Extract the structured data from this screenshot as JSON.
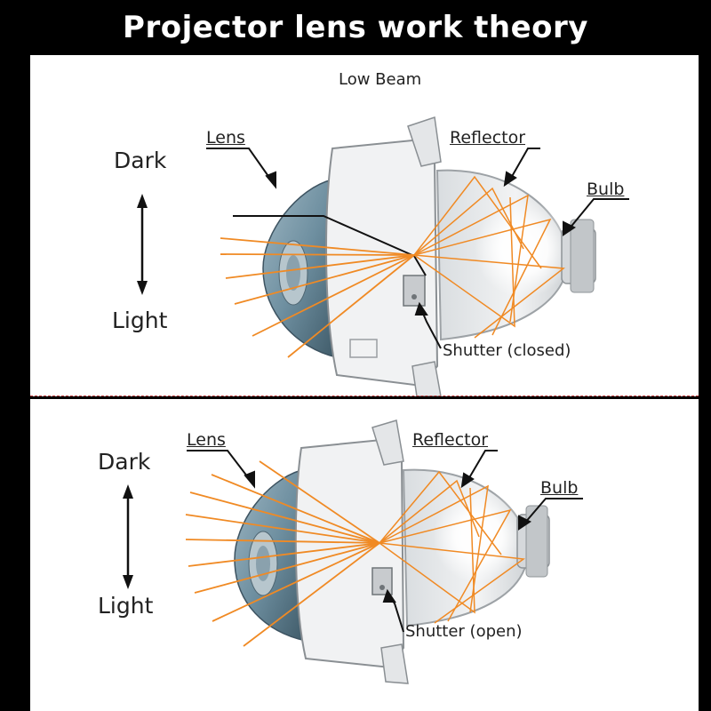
{
  "header": {
    "title": "Projector lens work theory"
  },
  "top_panel": {
    "heading": "Low Beam",
    "label_dark": "Dark",
    "label_light": "Light",
    "label_lens": "Lens",
    "label_reflector": "Reflector",
    "label_bulb": "Bulb",
    "label_shutter": "Shutter (closed)"
  },
  "bottom_panel": {
    "label_dark": "Dark",
    "label_light": "Light",
    "label_lens": "Lens",
    "label_reflector": "Reflector",
    "label_bulb": "Bulb",
    "label_shutter": "Shutter (open)"
  },
  "colors": {
    "background": "#000000",
    "panel": "#ffffff",
    "ray": "#f08a24",
    "divider": "#c04040",
    "lens": "#6e8fa0"
  }
}
